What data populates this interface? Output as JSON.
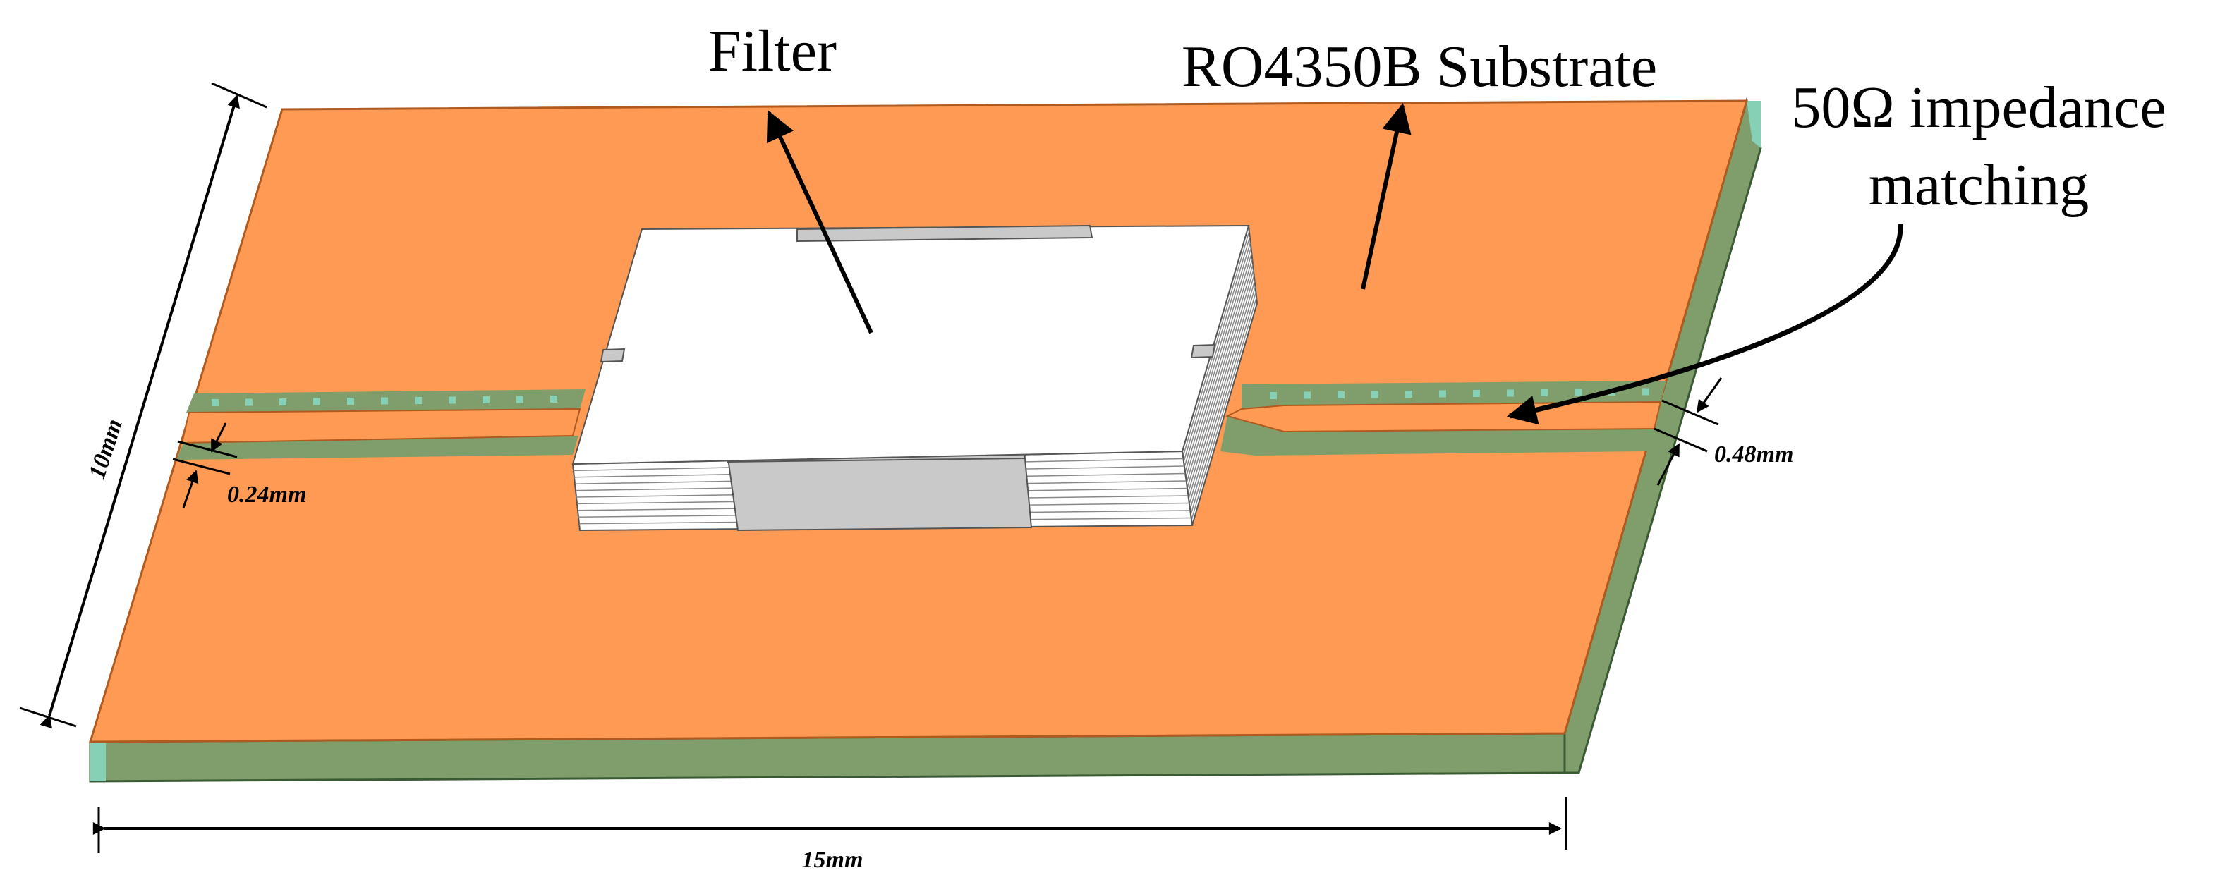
{
  "labels": {
    "filter": "Filter",
    "substrate": "RO4350B Substrate",
    "impedance_line1": "50Ω impedance",
    "impedance_line2": "matching"
  },
  "dimensions": {
    "height": "10mm",
    "width": "15mm",
    "narrow_gap": "0.24mm",
    "wide_line": "0.48mm"
  },
  "colors": {
    "copper": "#fe9a53",
    "substrate_side": "#7f9e6c",
    "substrate_edge": "#86d0b6",
    "filter_body": "#ffffff",
    "filter_port": "#c9c9c9",
    "outline": "#555555"
  }
}
